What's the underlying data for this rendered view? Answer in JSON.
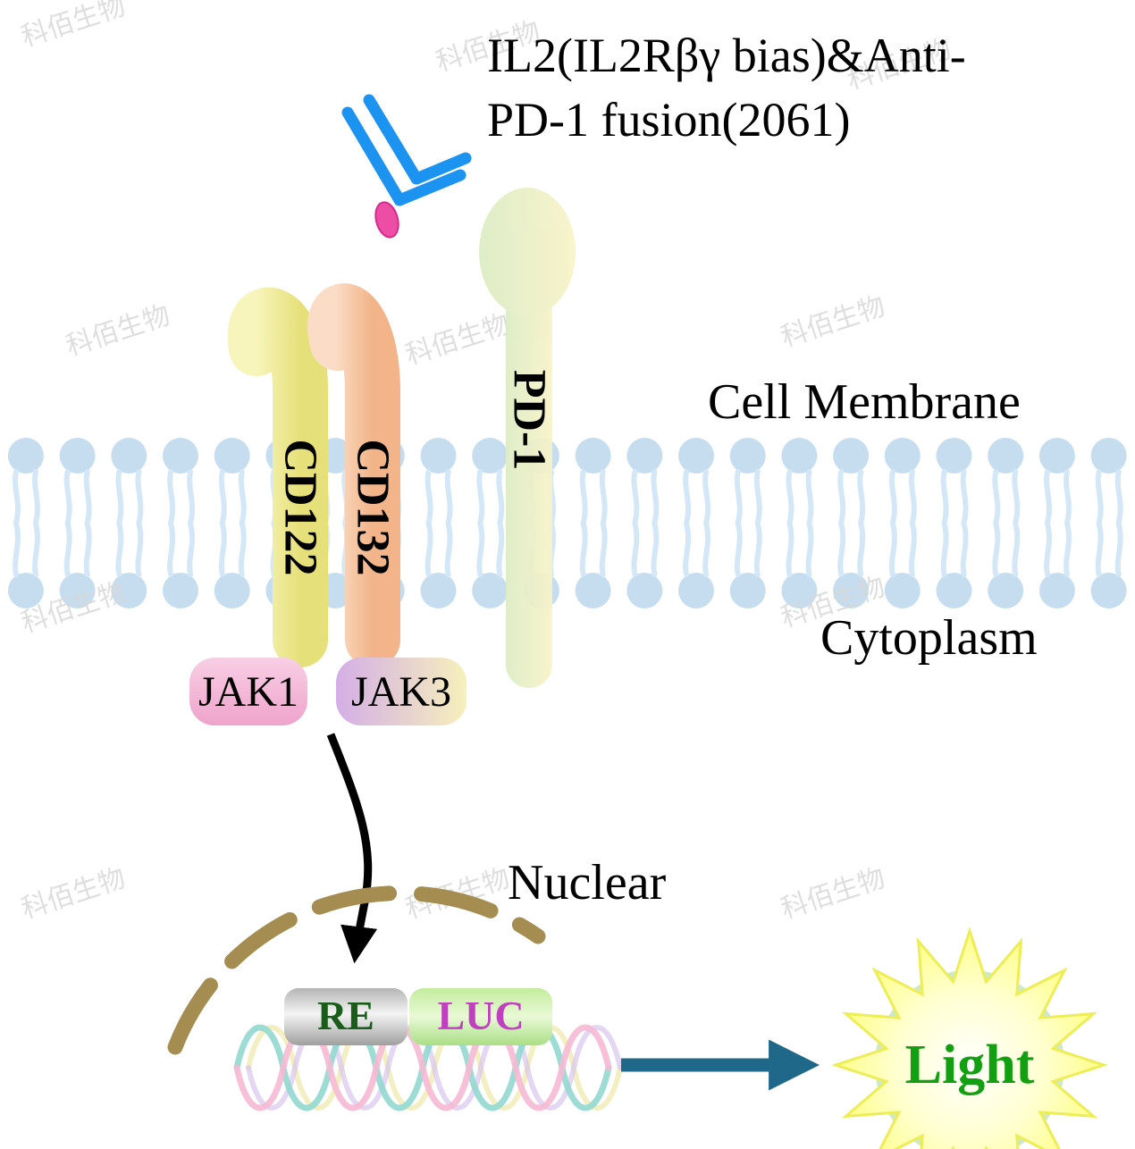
{
  "title": {
    "line1": "IL2(IL2Rβγ bias)&Anti-",
    "line2": "PD-1 fusion(2061)"
  },
  "labels": {
    "cell_membrane": "Cell Membrane",
    "cytoplasm": "Cytoplasm",
    "nuclear": "Nuclear"
  },
  "receptors": {
    "cd122": "CD122",
    "cd132": "CD132",
    "pd1": "PD-1"
  },
  "kinases": {
    "jak1": "JAK1",
    "jak3": "JAK3"
  },
  "reporter": {
    "re": "RE",
    "luc": "LUC"
  },
  "output": {
    "light": "Light"
  },
  "watermark": "科佰生物",
  "colors": {
    "antibody_blue": "#1c93f0",
    "il2_pink": "#ee4da6",
    "membrane_blue": "#c6ddf0",
    "membrane_tail_blue": "#d3e7f7",
    "nuclear_envelope_tan": "#a58d51",
    "arrow_black": "#000000",
    "arrow_teal": "#20688a",
    "re_text_green": "#1a5c1a",
    "luc_text_magenta": "#c040c0",
    "light_text_green": "#12a012",
    "light_bg_green": "#cfe9c6",
    "dna_teal": "#92d8d0",
    "dna_pink": "#f6b9d4",
    "dna_yellow": "#f0e8a8",
    "dna_lavender": "#d8c6ee"
  }
}
